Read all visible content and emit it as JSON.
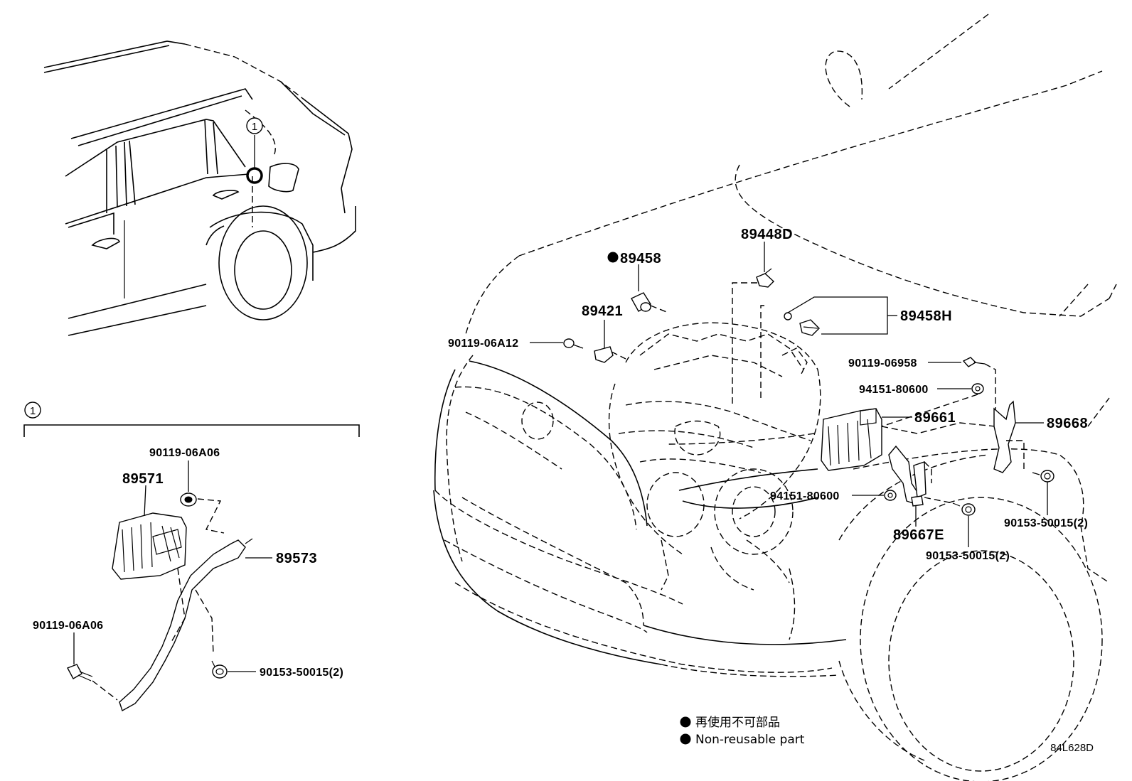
{
  "callout_marker": "1",
  "parts": {
    "p89458": "89458",
    "p89448D": "89448D",
    "p89421": "89421",
    "p89458H": "89458H",
    "p90119_06A12": "90119-06A12",
    "p90119_06958": "90119-06958",
    "p94151_80600_a": "94151-80600",
    "p89661": "89661",
    "p89668": "89668",
    "p94151_80600_b": "94151-80600",
    "p90153_50015_a": "90153-50015(2)",
    "p89667E": "89667E",
    "p90153_50015_b": "90153-50015(2)",
    "p90119_06A06_a": "90119-06A06",
    "p89571": "89571",
    "p89573": "89573",
    "p90119_06A06_b": "90119-06A06",
    "p90153_50015_c": "90153-50015(2)"
  },
  "legend": {
    "line1": "再使用不可部品",
    "line2": "Non-reusable part"
  },
  "figure_code": "84L628D",
  "non_reusable_parts": [
    "89458"
  ]
}
